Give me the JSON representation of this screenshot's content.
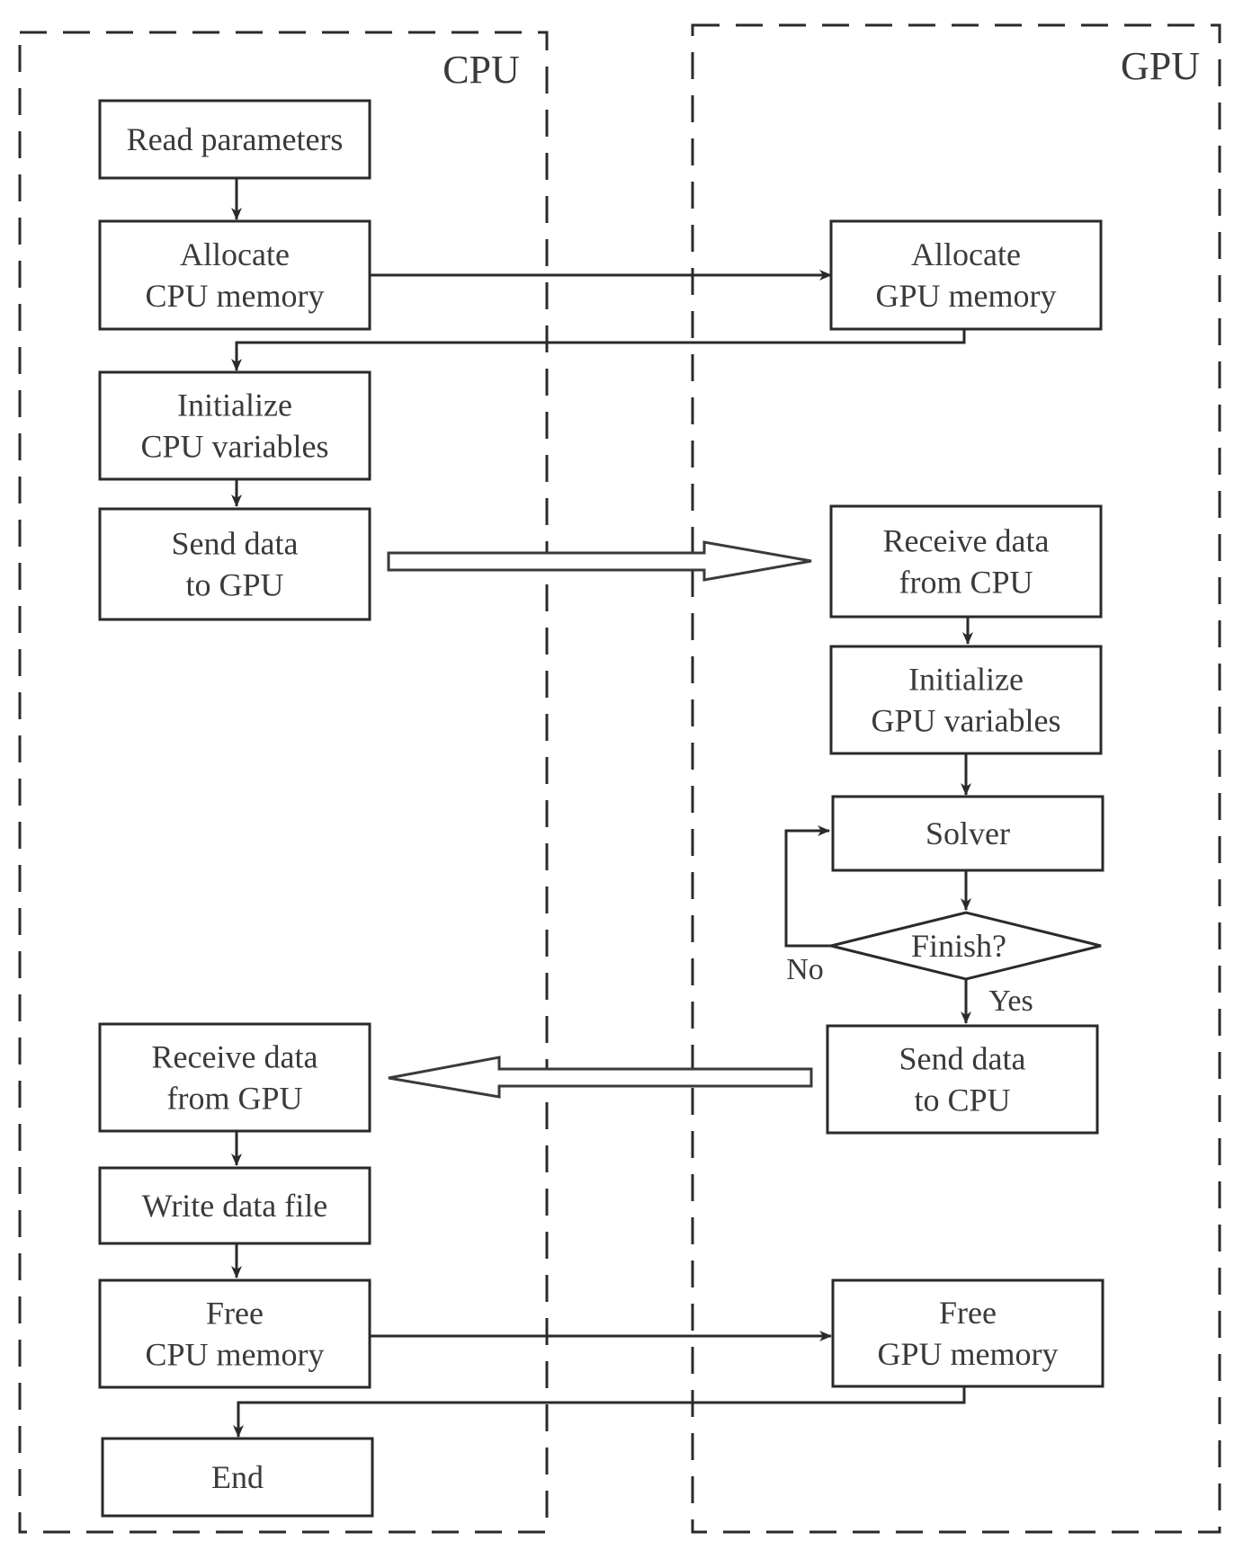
{
  "regions": {
    "cpu": {
      "label": "CPU"
    },
    "gpu": {
      "label": "GPU"
    }
  },
  "nodes": {
    "read_parameters": {
      "lines": [
        "Read parameters"
      ]
    },
    "allocate_cpu_memory": {
      "lines": [
        "Allocate",
        "CPU memory"
      ]
    },
    "allocate_gpu_memory": {
      "lines": [
        "Allocate",
        "GPU memory"
      ]
    },
    "initialize_cpu_variables": {
      "lines": [
        "Initialize",
        "CPU variables"
      ]
    },
    "send_data_to_gpu": {
      "lines": [
        "Send data",
        "to GPU"
      ]
    },
    "receive_data_from_cpu": {
      "lines": [
        "Receive data",
        "from CPU"
      ]
    },
    "initialize_gpu_variables": {
      "lines": [
        "Initialize",
        "GPU variables"
      ]
    },
    "solver": {
      "lines": [
        "Solver"
      ]
    },
    "finish_decision": {
      "lines": [
        "Finish?"
      ]
    },
    "send_data_to_cpu": {
      "lines": [
        "Send data",
        "to CPU"
      ]
    },
    "receive_data_from_gpu": {
      "lines": [
        "Receive data",
        "from GPU"
      ]
    },
    "write_data_file": {
      "lines": [
        "Write data file"
      ]
    },
    "free_cpu_memory": {
      "lines": [
        "Free",
        "CPU memory"
      ]
    },
    "free_gpu_memory": {
      "lines": [
        "Free",
        "GPU memory"
      ]
    },
    "end": {
      "lines": [
        "End"
      ]
    }
  },
  "edge_labels": {
    "no": "No",
    "yes": "Yes"
  },
  "colors": {
    "stroke": "#2a2a2a",
    "text": "#3a3a3a",
    "background": "#ffffff"
  }
}
